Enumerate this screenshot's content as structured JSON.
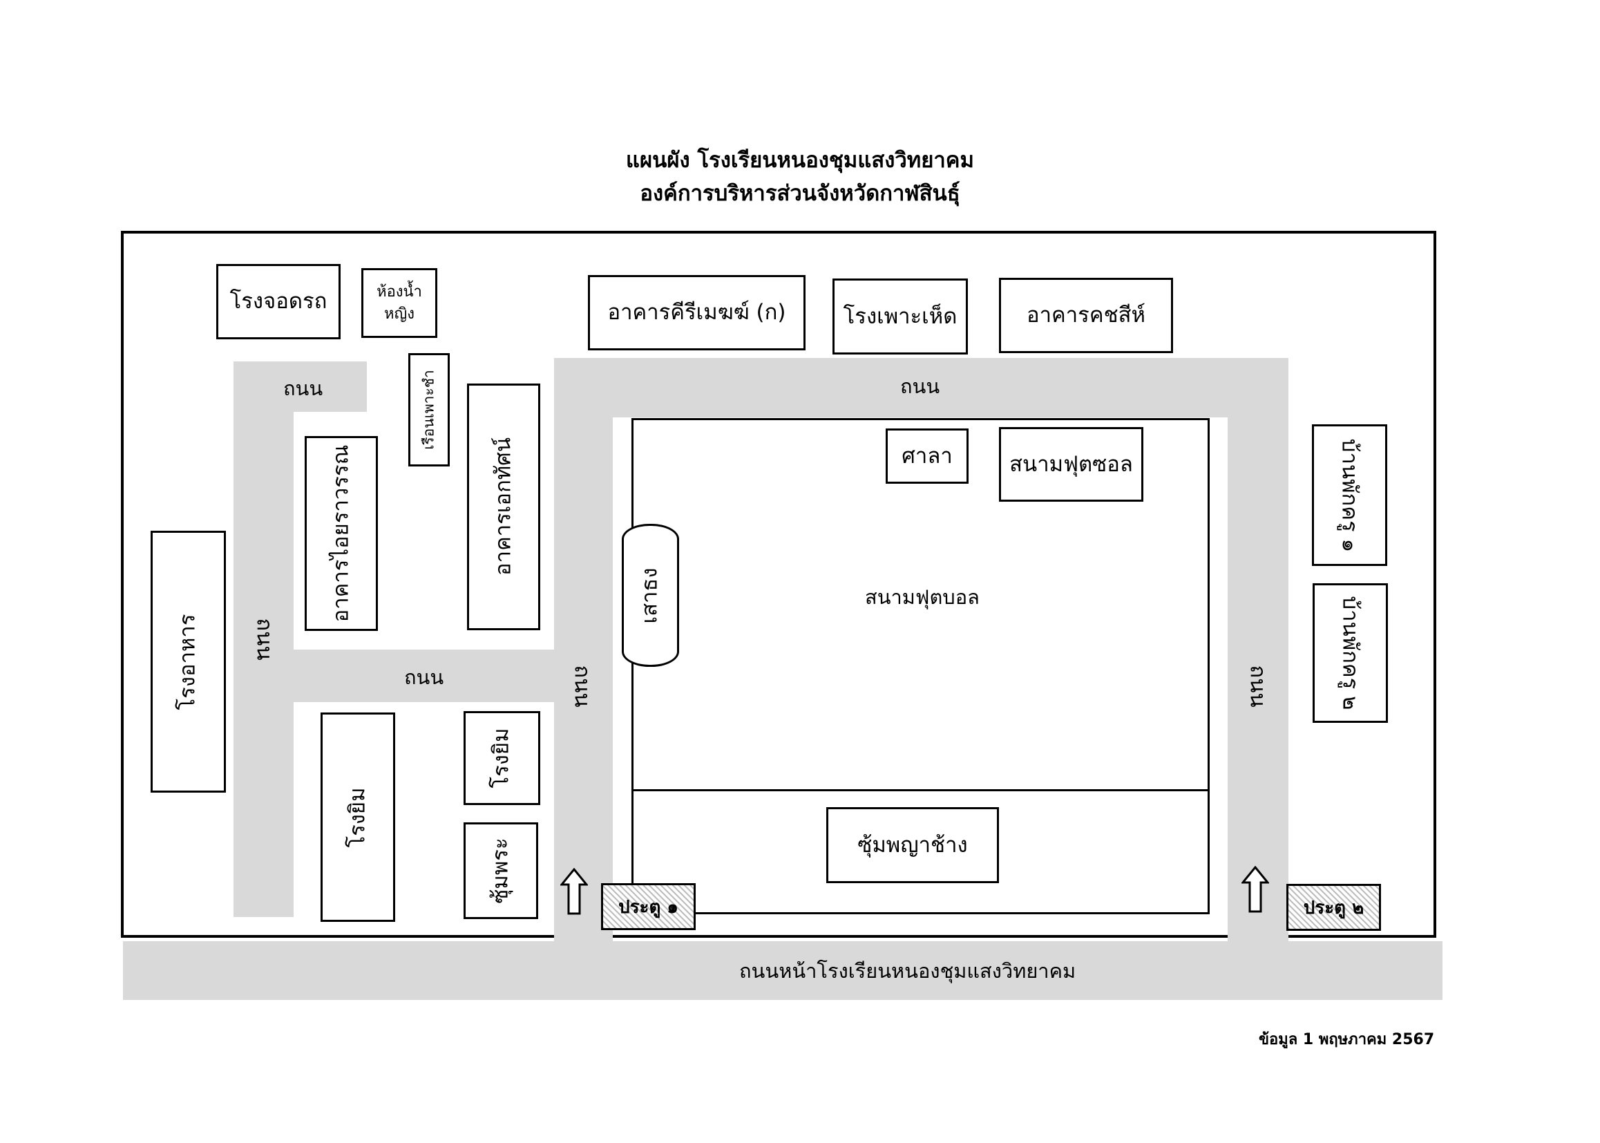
{
  "header": {
    "title_line1": "แผนผัง โรงเรียนหนองชุมแสงวิทยาคม",
    "title_line2": "องค์การบริหารส่วนจังหวัดกาฬสินธุ์"
  },
  "buildings": {
    "parking": "โรงจอดรถ",
    "women_toilet_line1": "ห้องน้ำ",
    "women_toilet_line2": "หญิง",
    "keerimek": "อาคารคีรีเมฆฆ์ (ก)",
    "mushroom": "โรงเพาะเห็ด",
    "khotchasi": "อาคารคชสีห์",
    "nursery": "เรือนเพาะชำ",
    "aiyarawan": "อาคารไอยราวรรณ",
    "ekathat": "อาคารเอกทัศน์",
    "canteen": "โรงอาหาร",
    "gym1": "โรงยิม",
    "gym2": "โรงยิม",
    "prayer_arch": "ซุ้มพระ",
    "flagpole": "เสาธง",
    "sala": "ศาลา",
    "futsal": "สนามฟุตซอล",
    "football": "สนามฟุตบอล",
    "elephant_arch": "ซุ้มพญาช้าง",
    "house1": "บ้านพักครู ๑",
    "house2": "บ้านพักครู ๒"
  },
  "roads": {
    "road_top_left": "ถนน",
    "road_top": "ถนน",
    "road_left_vertical": "ถนน",
    "road_middle": "ถนน",
    "road_center_vertical": "ถนน",
    "road_right_vertical": "ถนน",
    "front_road": "ถนนหน้าโรงเรียนหนองชุมแสงวิทยาคม"
  },
  "gates": {
    "gate1": "ประตู ๑",
    "gate2": "ประตู ๒",
    "arrow_icon": "up-arrow-icon"
  },
  "footer": {
    "date_note": "ข้อมูล 1 พฤษภาคม 2567"
  }
}
